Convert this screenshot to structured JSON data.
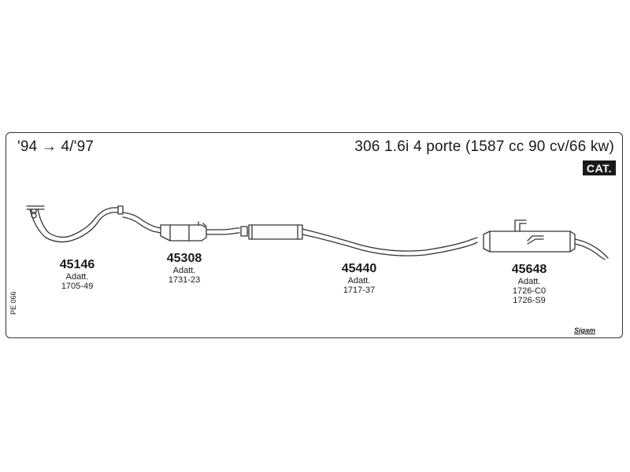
{
  "header": {
    "date_range": "'94 → 4/'97",
    "model": "306 1.6i 4 porte (1587 cc 90 cv/66 kw)",
    "badge": "CAT."
  },
  "parts": [
    {
      "number": "45146",
      "label": "Adatt.",
      "refs": [
        "1705-49"
      ]
    },
    {
      "number": "45308",
      "label": "Adatt.",
      "refs": [
        "1731-23"
      ]
    },
    {
      "number": "45440",
      "label": "Adatt.",
      "refs": [
        "1717-37"
      ]
    },
    {
      "number": "45648",
      "label": "Adatt.",
      "refs": [
        "1726-C0",
        "1726-S9"
      ]
    }
  ],
  "catalog_code": "PE 066",
  "brand": "Sigam",
  "colors": {
    "line": "#333333",
    "fill": "#ffffff",
    "badge_bg": "#1a1a1a"
  }
}
